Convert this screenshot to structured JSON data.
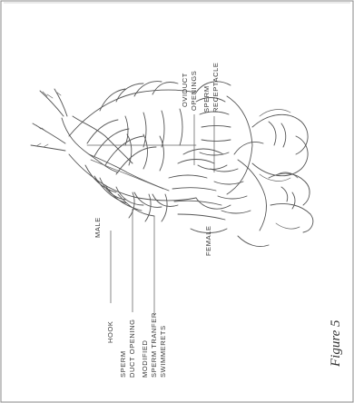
{
  "figure": {
    "caption": "Figure 5",
    "specimens": [
      {
        "label": "MALE"
      },
      {
        "label": "FEMALE"
      }
    ],
    "annotations": {
      "hook": "HOOK",
      "sperm_duct_opening": [
        "SPERM",
        "DUCT OPENING"
      ],
      "modified_swimmerets": [
        "MODIFIED",
        "SPERM TRANFER",
        "SWIMMERETS"
      ],
      "oviduct_openings": [
        "OVIDUCT",
        "OPENINGS"
      ],
      "sperm_receptacle": [
        "SPERM",
        "RECEPTACLE"
      ]
    }
  }
}
